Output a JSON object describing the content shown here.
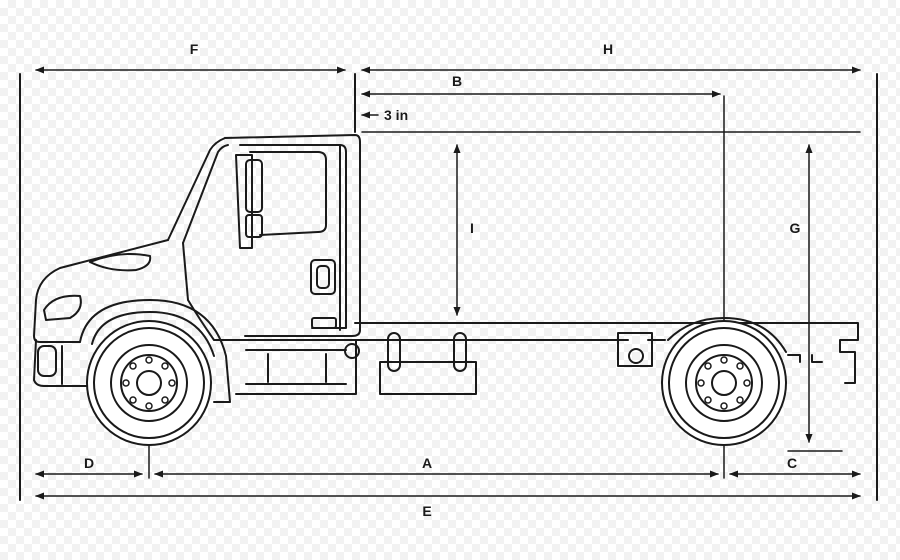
{
  "diagram": {
    "labels": {
      "F": "F",
      "H": "H",
      "B": "B",
      "three_in": "3 in",
      "I": "I",
      "G": "G",
      "D": "D",
      "A": "A",
      "C": "C",
      "E": "E"
    },
    "colors": {
      "line": "#1a1a1a",
      "background": "#ffffff"
    }
  }
}
